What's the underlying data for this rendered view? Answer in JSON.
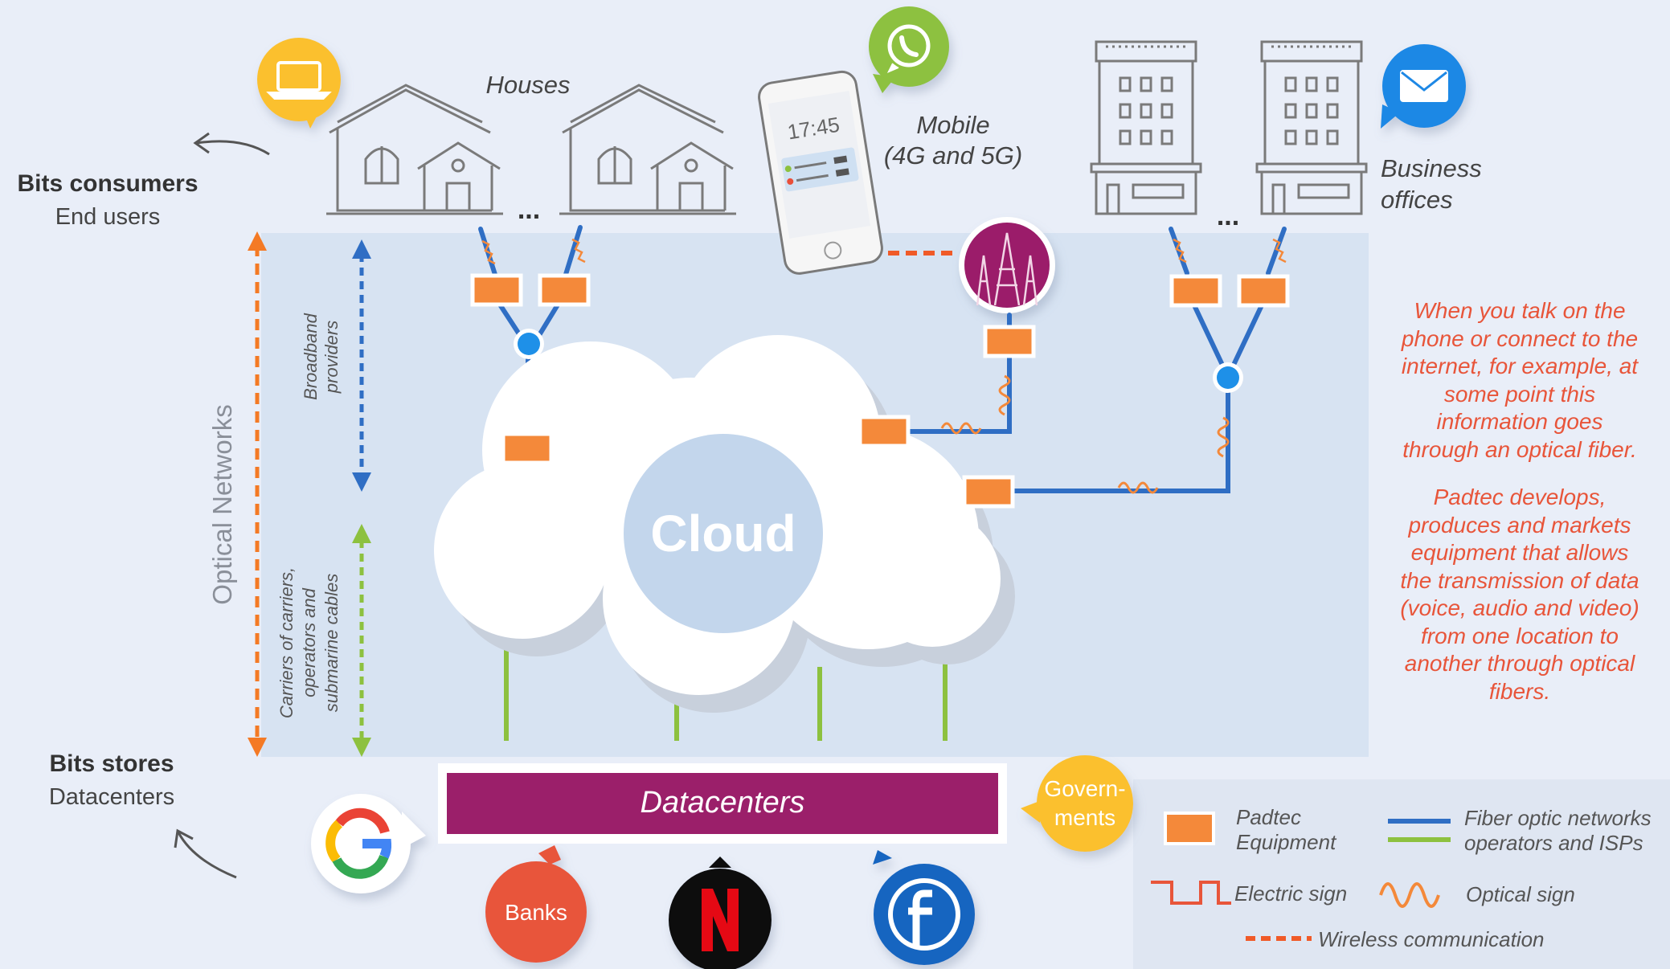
{
  "left_labels": {
    "consumers_title": "Bits consumers",
    "consumers_sub": "End users",
    "stores_title": "Bits stores",
    "stores_sub": "Datacenters",
    "optical_networks": "Optical Networks",
    "broadband_line1": "Broadband",
    "broadband_line2": "providers",
    "carriers_line1": "Carriers of carriers,",
    "carriers_line2": "operators and",
    "carriers_line3": "submarine cables"
  },
  "top_labels": {
    "houses": "Houses",
    "mobile_line1": "Mobile",
    "mobile_line2": "(4G and 5G)",
    "business_line1": "Business",
    "business_line2": "offices",
    "ellipsis": "..."
  },
  "phone": {
    "time": "17:45"
  },
  "cloud": {
    "label": "Cloud"
  },
  "datacenters": {
    "label": "Datacenters"
  },
  "bubbles": {
    "governments_line1": "Govern-",
    "governments_line2": "ments",
    "banks": "Banks"
  },
  "notes": {
    "para1": [
      "When you talk on the",
      "phone or connect to the",
      "internet, for example, at",
      "some point this",
      "information goes",
      "through an optical fiber."
    ],
    "para2": [
      "Padtec develops,",
      "produces and markets",
      "equipment that allows",
      "the transmission of data",
      "(voice, audio and video)",
      "from one location to",
      "another through optical",
      "fibers."
    ]
  },
  "legend": {
    "padtec_line1": "Padtec",
    "padtec_line2": "Equipment",
    "fiber_line1": "Fiber optic networks",
    "fiber_line2": "operators and ISPs",
    "electric": "Electric sign",
    "optical": "Optical sign",
    "wireless": "Wireless communication"
  },
  "colors": {
    "background": "#e9eef8",
    "network_band": "#d7e3f2",
    "orange_equipment": "#f4893a",
    "fiber_blue": "#2f6ec4",
    "operator_green": "#8dc13f",
    "datacenter_purple": "#9b1f6a",
    "note_red": "#e8553a"
  }
}
